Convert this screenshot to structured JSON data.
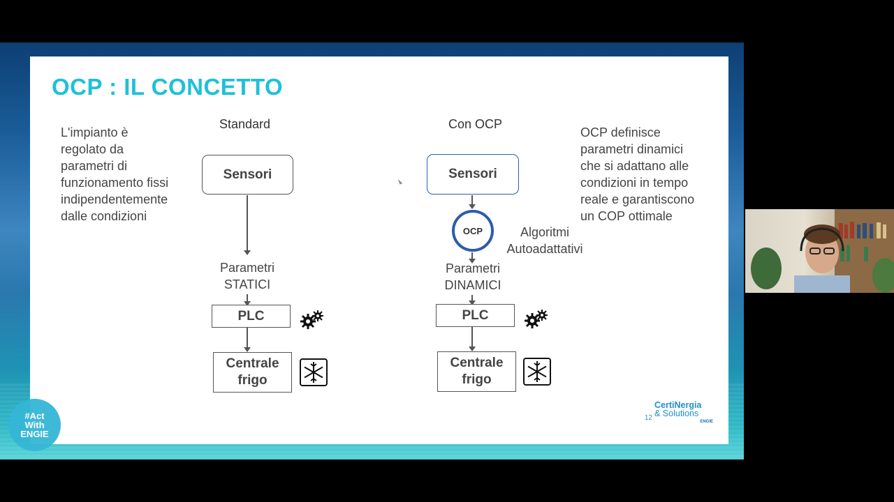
{
  "slide": {
    "title": "OCP : IL CONCETTO",
    "left_text": [
      "L'impianto è",
      "regolato da",
      "parametri di",
      "funzionamento fissi",
      "indipendentemente",
      "dalle condizioni"
    ],
    "right_text": [
      "OCP definisce",
      "parametri dinamici",
      "che si adattano alle",
      "condizioni in tempo",
      "reale e garantiscono",
      "un COP ottimale"
    ],
    "standard": {
      "heading": "Standard",
      "sensori": "Sensori",
      "params_line1": "Parametri",
      "params_line2": "STATICI",
      "plc": "PLC",
      "centrale_line1": "Centrale",
      "centrale_line2": "frigo"
    },
    "ocp": {
      "heading": "Con OCP",
      "sensori": "Sensori",
      "circle_label": "OCP",
      "algo_line1": "Algoritmi",
      "algo_line2": "Autoadattativi",
      "params_line1": "Parametri",
      "params_line2": "DINAMICI",
      "plc": "PLC",
      "centrale_line1": "Centrale",
      "centrale_line2": "frigo"
    },
    "page_number": "12",
    "brand": {
      "line1": "CertiNergia",
      "line2": "& Solutions",
      "line3": "ENGIE"
    }
  },
  "badge": {
    "line1": "#Act",
    "line2": "With",
    "line3": "ENGIE"
  },
  "icons": {
    "gears": "gears-icon",
    "snowflake": "snowflake-icon",
    "cursor": "mouse-cursor-icon"
  },
  "colors": {
    "title": "#1fc0d8",
    "ocp_ring": "#2e5cab",
    "text": "#444444",
    "brand": "#1f8fd0"
  }
}
